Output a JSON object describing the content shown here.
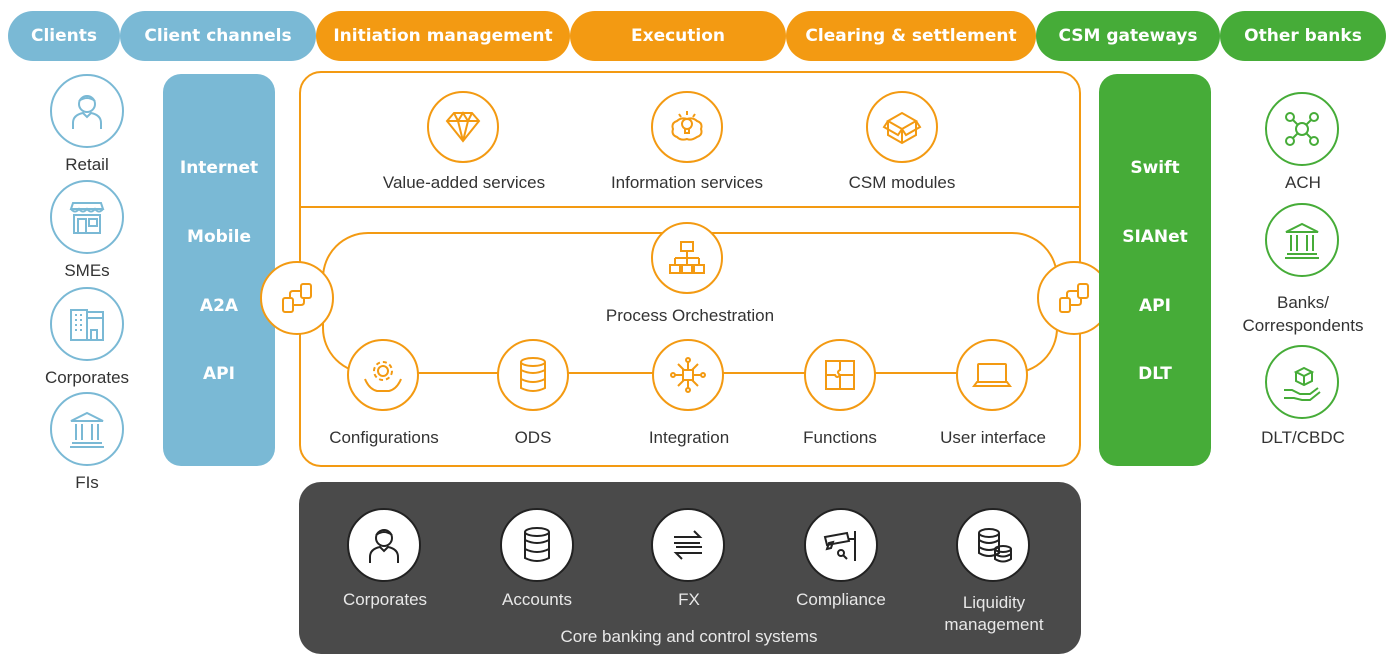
{
  "headers": {
    "clients": "Clients",
    "client_channels": "Client channels",
    "initiation": "Initiation management",
    "execution": "Execution",
    "clearing": "Clearing & settlement",
    "csm_gateways": "CSM gateways",
    "other_banks": "Other banks"
  },
  "clients": {
    "retail": "Retail",
    "smes": "SMEs",
    "corporates": "Corporates",
    "fis": "FIs"
  },
  "channels": {
    "internet": "Internet",
    "mobile": "Mobile",
    "a2a": "A2A",
    "api": "API"
  },
  "services": {
    "value_added": "Value-added services",
    "information": "Information services",
    "csm_modules": "CSM modules"
  },
  "orchestration": {
    "title": "Process Orchestration",
    "configurations": "Configurations",
    "ods": "ODS",
    "integration": "Integration",
    "functions": "Functions",
    "user_interface": "User interface"
  },
  "gateways": {
    "swift": "Swift",
    "sianet": "SIANet",
    "api": "API",
    "dlt": "DLT"
  },
  "other_banks": {
    "ach": "ACH",
    "banks_line1": "Banks/",
    "banks_line2": "Correspondents",
    "dlt_cbdc": "DLT/CBDC"
  },
  "core": {
    "corporates": "Corporates",
    "accounts": "Accounts",
    "fx": "FX",
    "compliance": "Compliance",
    "liquidity_line1": "Liquidity",
    "liquidity_line2": "management",
    "footer": "Core banking and control systems"
  },
  "colors": {
    "blue": "#7ab9d5",
    "orange": "#f39a12",
    "green": "#46ac38",
    "dark": "#4a4a4a"
  }
}
